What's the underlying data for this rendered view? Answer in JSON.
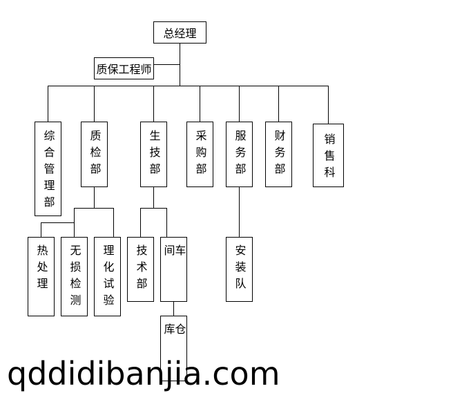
{
  "top": {
    "general_manager": "总经理",
    "qa_engineer": "质保工程师"
  },
  "departments": {
    "admin": "综合管理部",
    "quality": "质检部",
    "production_tech": "生技部",
    "purchasing": "采购部",
    "service": "服务部",
    "finance": "财务部",
    "sales": "销售科"
  },
  "sub_units": {
    "heat_treatment": "热处理",
    "ndt": "无损检测",
    "lab_test": "理化试验",
    "technical": "技术部",
    "workshop": "车间",
    "warehouse": "仓库",
    "install_team": "安装队"
  },
  "watermark": "qddidibanjia.com"
}
